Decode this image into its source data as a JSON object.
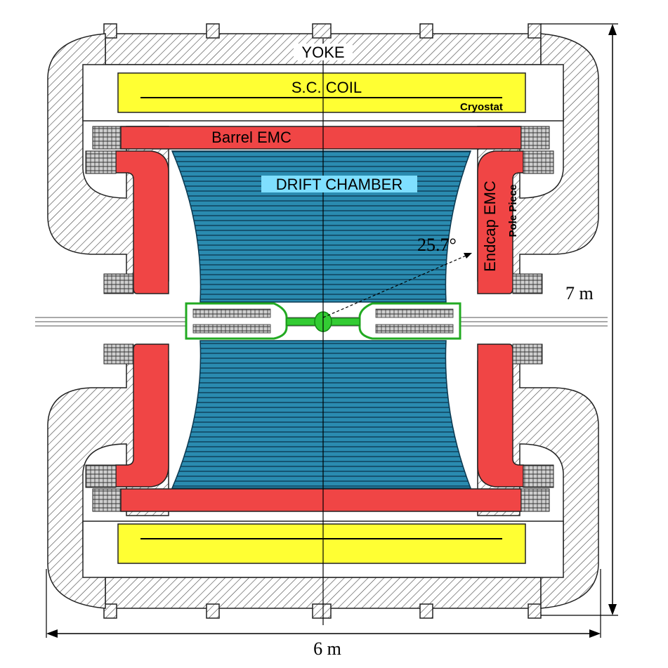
{
  "labels": {
    "yoke": "YOKE",
    "coil": "S.C. COIL",
    "cryostat": "Cryostat",
    "barrel_emc": "Barrel EMC",
    "drift_chamber": "DRIFT CHAMBER",
    "endcap_emc": "Endcap EMC",
    "pole_piece": "Pole Piece",
    "angle": "25.7°",
    "height_dim": "7 m",
    "width_dim": "6 m"
  },
  "colors": {
    "yoke_fill": "#e6e6e6",
    "coil_fill": "#ffff33",
    "emc_fill": "#f04545",
    "drift_fill": "#2a8bb0",
    "beam_green": "#33cc33"
  }
}
